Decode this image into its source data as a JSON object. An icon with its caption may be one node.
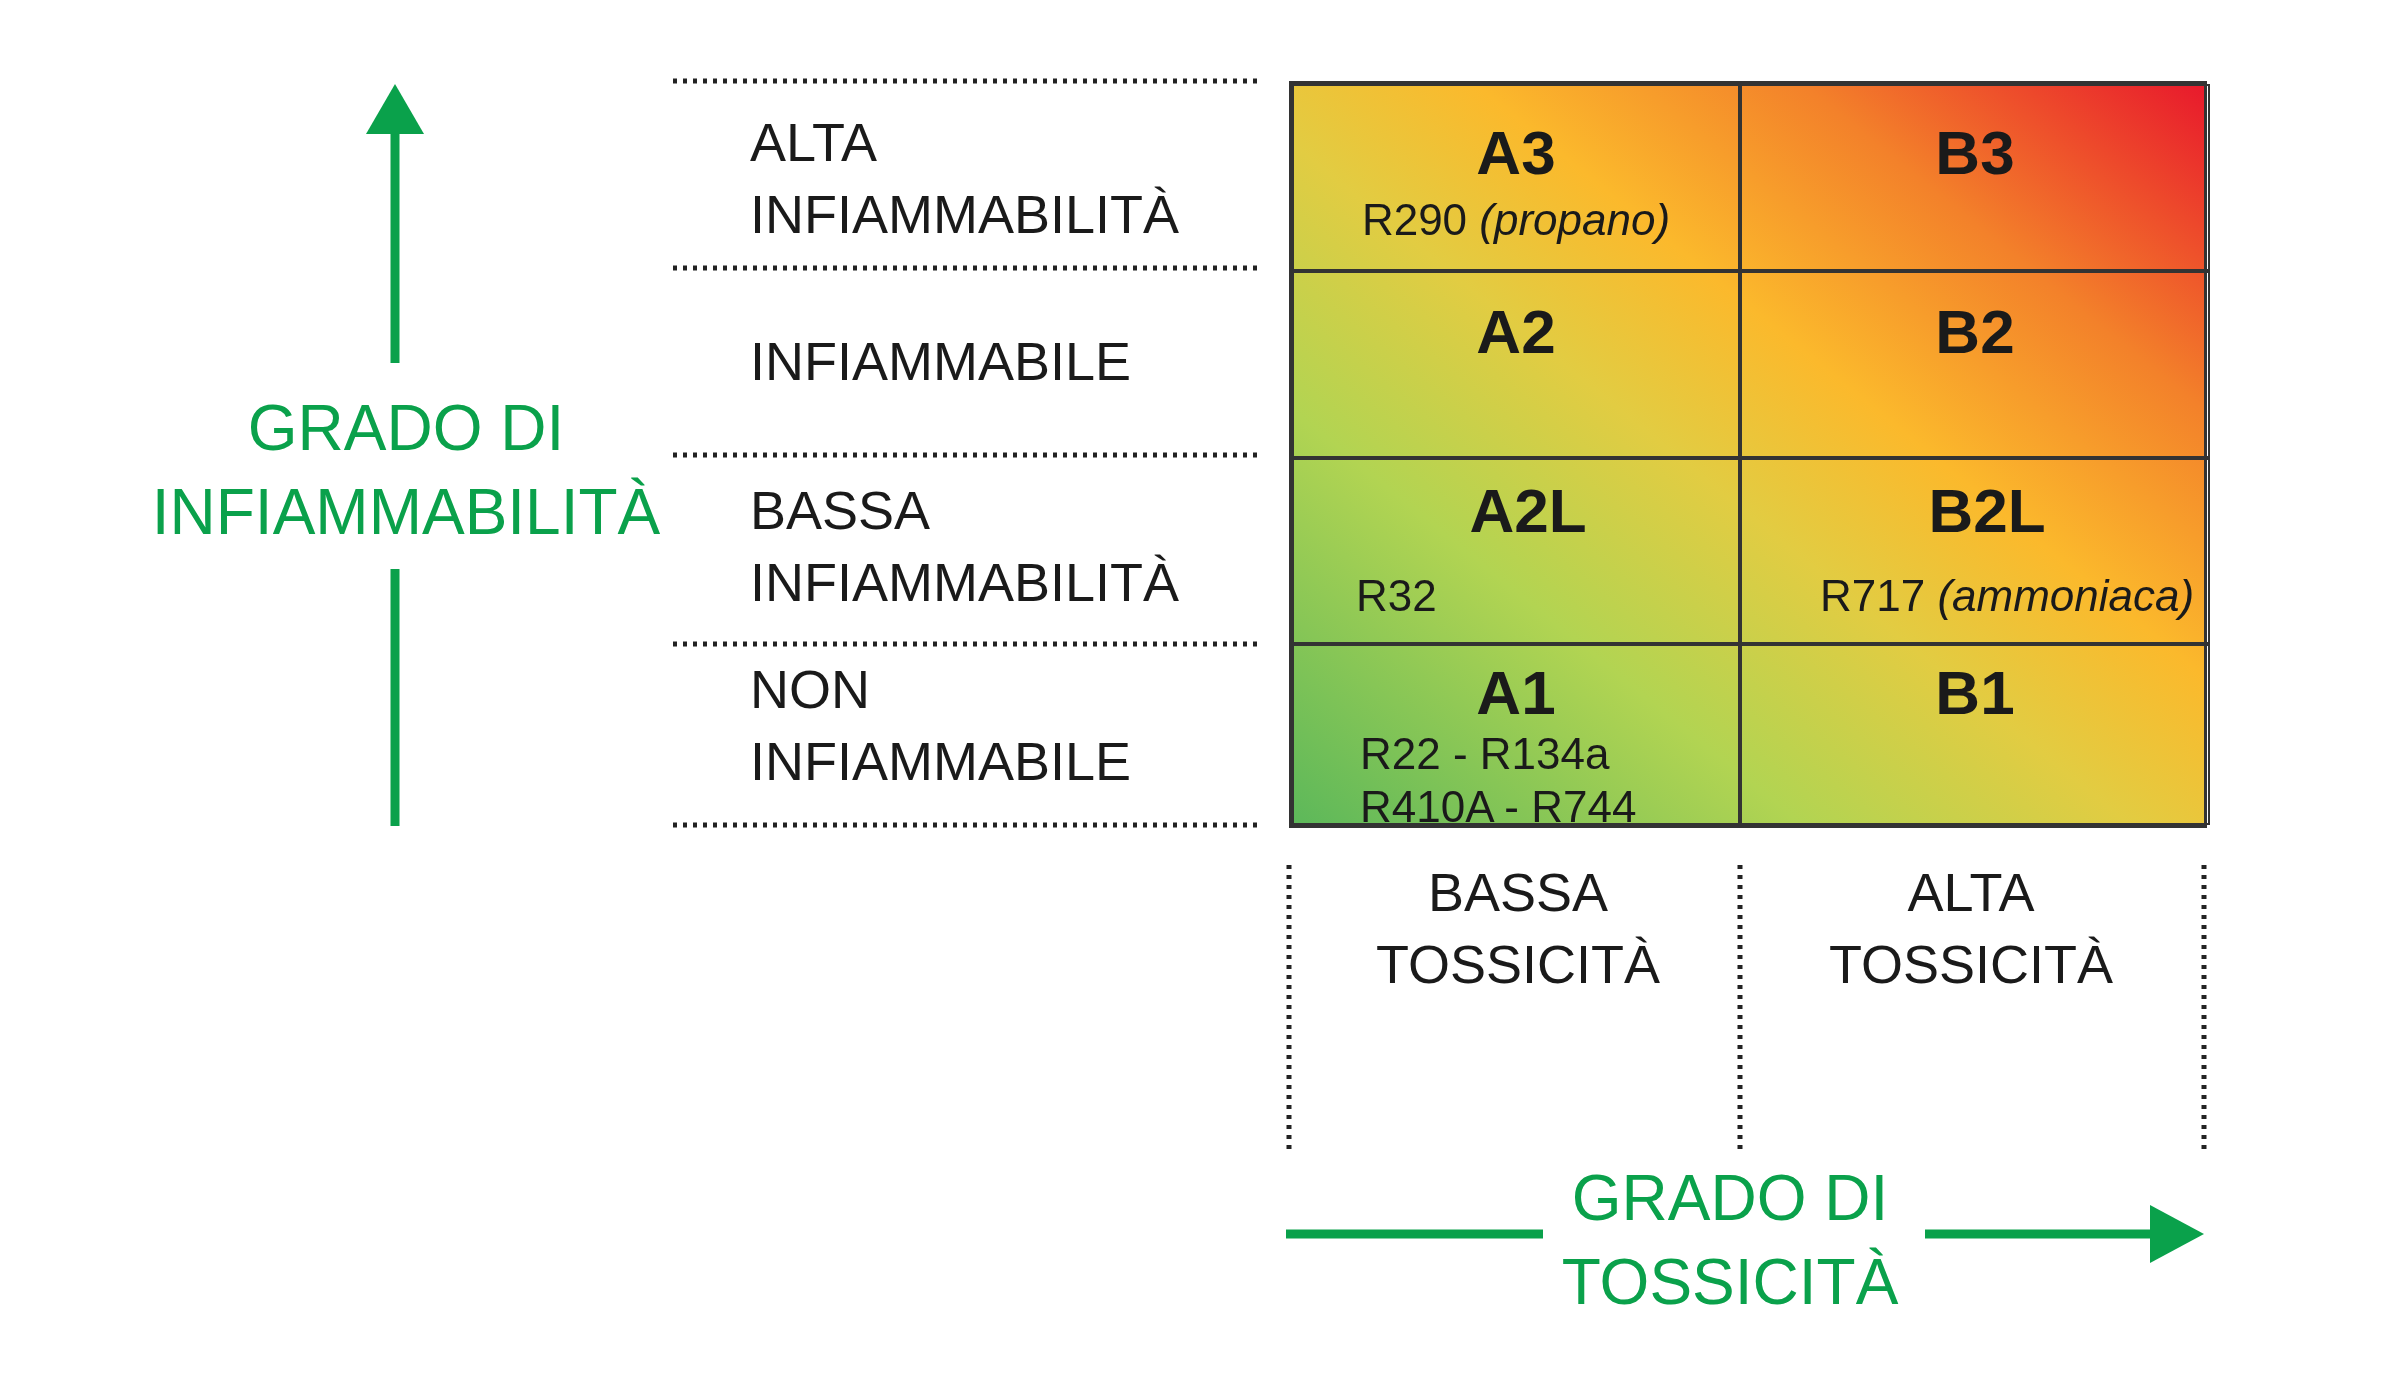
{
  "diagram": {
    "nodes": [
      {
        "text": [
          "A3",
          "R290 *(propano)*"
        ]
      },
      {
        "text": [
          "B3"
        ]
      },
      {
        "text": [
          "A2"
        ]
      },
      {
        "text": [
          "B2"
        ]
      },
      {
        "text": [
          "A2L",
          "R32"
        ]
      },
      {
        "text": [
          "B2L",
          "R717 *(ammoniaca)*"
        ]
      },
      {
        "text": [
          "A1",
          "R22 - R134a R410A - R744"
        ]
      },
      {
        "text": [
          "B1"
        ]
      }
    ],
    "labels": [
      "GRADO DI INFIAMMABILITÀ",
      "ALTA INFIAMMABILITÀ",
      "INFIAMMABILE",
      "BASSA INFIAMMABILITÀ",
      "NON INFIAMMABILE",
      "BASSA TOSSICITÀ",
      "ALTA TOSSICITÀ",
      "GRADO DI TOSSICITÀ"
    ]
  }
}
